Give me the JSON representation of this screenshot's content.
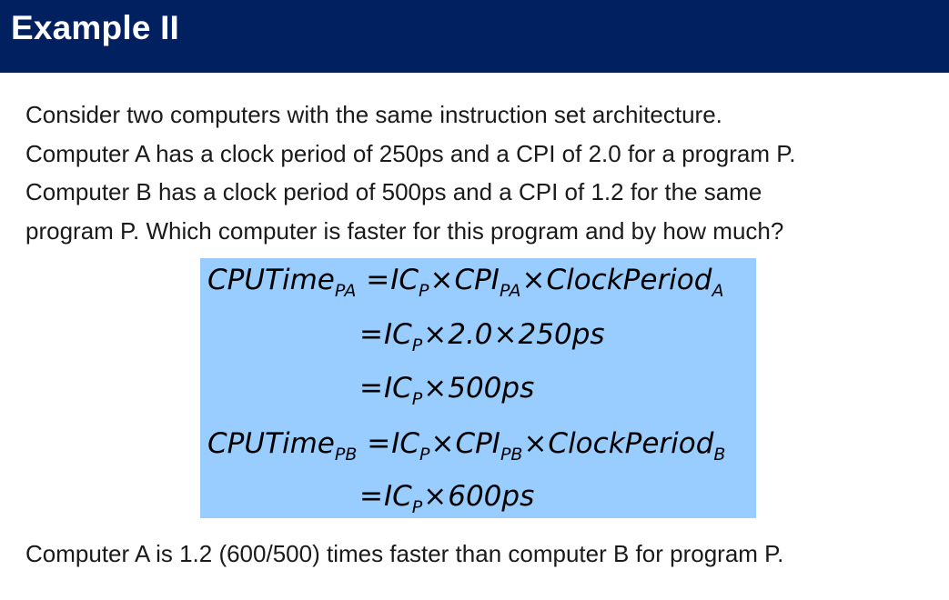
{
  "slide": {
    "title": "Example II",
    "paragraph_lines": [
      "Consider two computers with the same instruction set architecture.",
      "Computer A has a clock period of 250ps and a CPI of 2.0 for a program P.",
      "Computer B has a clock period of 500ps and a CPI of 1.2 for the same",
      "program P. Which computer is faster for this program and by how much?"
    ],
    "equations": {
      "line1": {
        "lhs": "CPUTime",
        "lhs_sub": "PA",
        "ic": "IC",
        "ic_sub": "P",
        "cpi": "CPI",
        "cpi_sub": "PA",
        "clock": "ClockPeriod",
        "clock_sub": "A"
      },
      "line2": {
        "ic": "IC",
        "ic_sub": "P",
        "cpi_value": "2.0",
        "period_value": "250ps"
      },
      "line3": {
        "ic": "IC",
        "ic_sub": "P",
        "result": "500ps"
      },
      "line4": {
        "lhs": "CPUTime",
        "lhs_sub": "PB",
        "ic": "IC",
        "ic_sub": "P",
        "cpi": "CPI",
        "cpi_sub": "PB",
        "clock": "ClockPeriod",
        "clock_sub": "B"
      },
      "line5": {
        "ic": "IC",
        "ic_sub": "P",
        "result": "600ps"
      }
    },
    "conclusion": "Computer A is 1.2 (600/500) times faster than computer B for program P."
  },
  "colors": {
    "title_bar": "#00205f",
    "equation_box": "#99ccff",
    "title_text": "#ffffff"
  }
}
